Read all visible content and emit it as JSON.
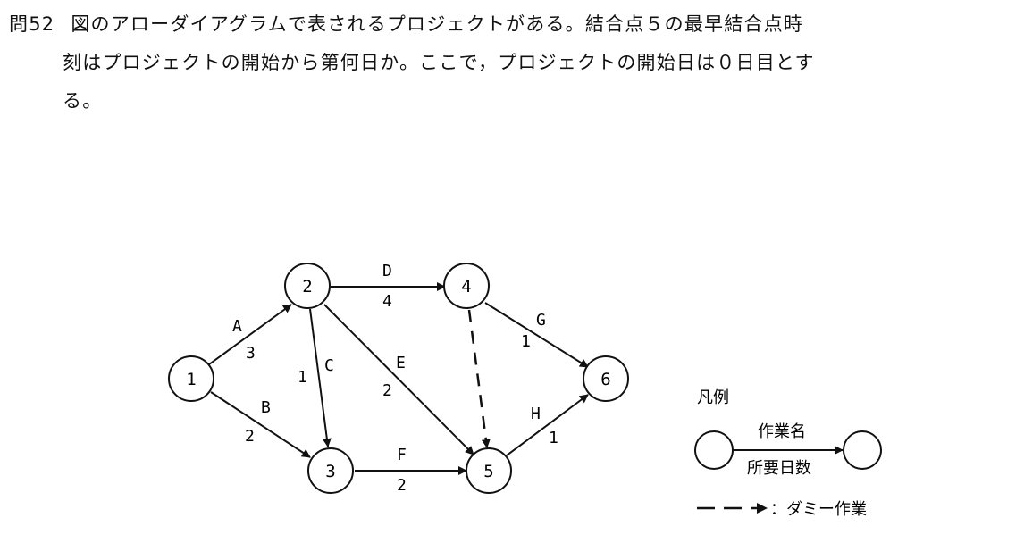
{
  "question": {
    "label": "問52",
    "line1": "図のアローダイアグラムで表されるプロジェクトがある。結合点５の最早結合点時",
    "line2": "刻はプロジェクトの開始から第何日か。ここで，プロジェクトの開始日は０日目とす",
    "line3": "る。"
  },
  "diagram": {
    "nodes": [
      {
        "id": "1",
        "label": "1"
      },
      {
        "id": "2",
        "label": "2"
      },
      {
        "id": "3",
        "label": "3"
      },
      {
        "id": "4",
        "label": "4"
      },
      {
        "id": "5",
        "label": "5"
      },
      {
        "id": "6",
        "label": "6"
      }
    ],
    "edges": [
      {
        "from": "1",
        "to": "2",
        "name": "A",
        "days": "3",
        "dummy": false
      },
      {
        "from": "1",
        "to": "3",
        "name": "B",
        "days": "2",
        "dummy": false
      },
      {
        "from": "2",
        "to": "3",
        "name": "C",
        "days": "1",
        "dummy": false
      },
      {
        "from": "2",
        "to": "4",
        "name": "D",
        "days": "4",
        "dummy": false
      },
      {
        "from": "2",
        "to": "5",
        "name": "E",
        "days": "2",
        "dummy": false
      },
      {
        "from": "3",
        "to": "5",
        "name": "F",
        "days": "2",
        "dummy": false
      },
      {
        "from": "4",
        "to": "6",
        "name": "G",
        "days": "1",
        "dummy": false
      },
      {
        "from": "5",
        "to": "6",
        "name": "H",
        "days": "1",
        "dummy": false
      },
      {
        "from": "4",
        "to": "5",
        "name": "",
        "days": "",
        "dummy": true
      }
    ]
  },
  "legend": {
    "title": "凡例",
    "task_name": "作業名",
    "duration": "所要日数",
    "dummy": "：ダミー作業"
  }
}
